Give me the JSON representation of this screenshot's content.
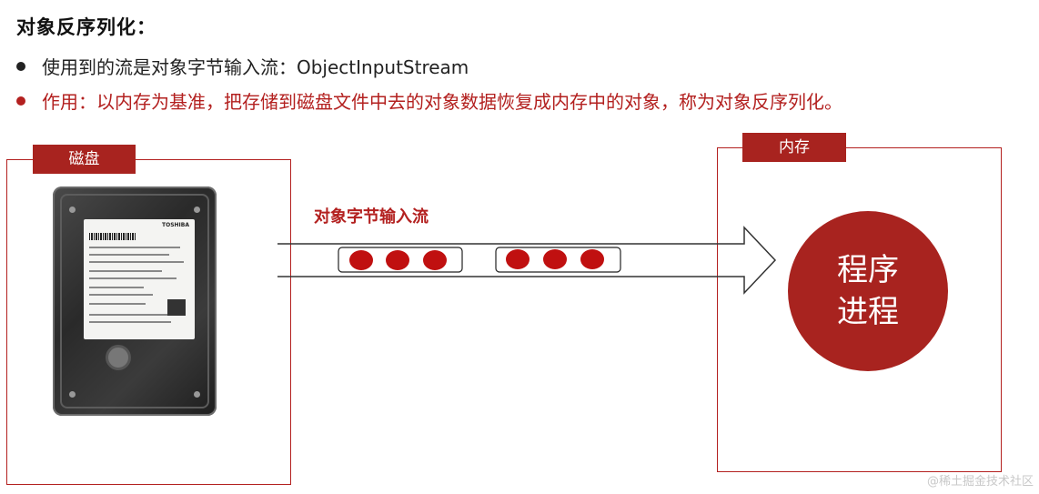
{
  "header": {
    "title": "对象反序列化："
  },
  "bullets": [
    {
      "text": "使用到的流是对象字节输入流：ObjectInputStream",
      "color": "#222222"
    },
    {
      "text": "作用：以内存为基准，把存储到磁盘文件中去的对象数据恢复成内存中的对象，称为对象反序列化。",
      "color": "#b3201f"
    }
  ],
  "disk": {
    "tag": "磁盘",
    "hdd_brand": "TOSHIBA",
    "hdd_icon": "hard-drive-icon"
  },
  "stream": {
    "label": "对象字节输入流"
  },
  "memory": {
    "tag": "内存",
    "process_line1": "程序",
    "process_line2": "进程"
  },
  "watermark": "@稀土掘金技术社区",
  "colors": {
    "accent": "#a8231f",
    "border": "#b3201f",
    "dot": "#c01010"
  }
}
